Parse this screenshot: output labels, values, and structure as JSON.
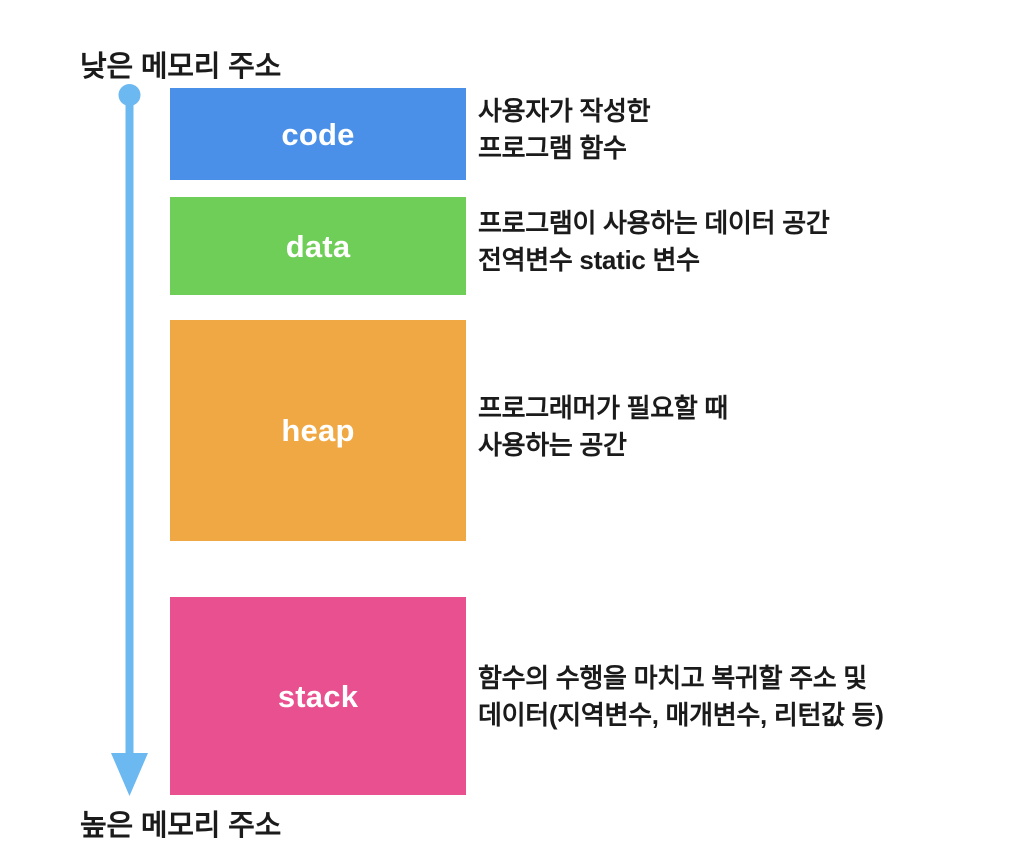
{
  "diagram": {
    "title_low": "낮은 메모리 주소",
    "title_high": "높은 메모리 주소",
    "background_color": "#ffffff",
    "arrow": {
      "name": "memory-address-arrow",
      "color": "#6cb8f0",
      "direction": "downward",
      "start_cap": "circle",
      "end_cap": "triangle-arrowhead"
    },
    "segments": [
      {
        "id": "code",
        "label": "code",
        "color": "#4a90e8",
        "description": "사용자가 작성한\n프로그램 함수"
      },
      {
        "id": "data",
        "label": "data",
        "color": "#6fce57",
        "description": "프로그램이 사용하는 데이터 공간\n전역변수 static 변수"
      },
      {
        "id": "heap",
        "label": "heap",
        "color": "#efa843",
        "description": "프로그래머가 필요할 때\n사용하는 공간"
      },
      {
        "id": "stack",
        "label": "stack",
        "color": "#e8508f",
        "description": "함수의 수행을 마치고 복귀할 주소 및\n데이터(지역변수, 매개변수, 리턴값 등)"
      }
    ]
  }
}
